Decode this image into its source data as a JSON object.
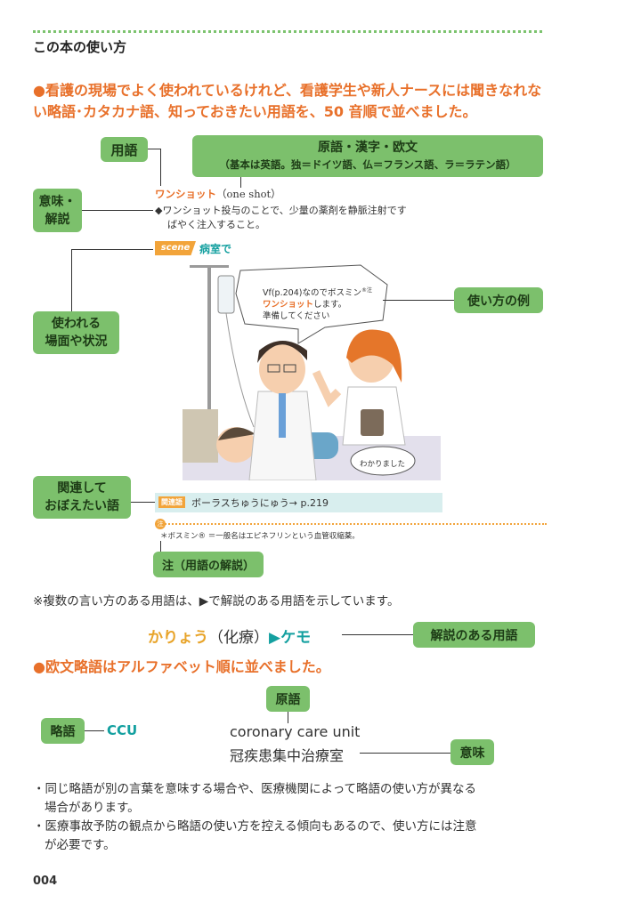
{
  "header": {
    "title": "この本の使い方"
  },
  "lead": {
    "bullet": "●",
    "text": "看護の現場でよく使われているけれど、看護学生や新人ナースには聞きなれない略語･カタカナ語、知っておきたい用語を、50 音順で並べました。"
  },
  "labels": {
    "term": "用語",
    "origin_title": "原語・漢字・欧文",
    "origin_sub": "（基本は英語。独＝ドイツ語、仏＝フランス語、ラ＝ラテン語）",
    "meaning_line1": "意味・",
    "meaning_line2": "解説",
    "scene_line1": "使われる",
    "scene_line2": "場面や状況",
    "example": "使い方の例",
    "related_line1": "関連して",
    "related_line2": "おぼえたい語",
    "note": "注（用語の解説）",
    "explained_term": "解説のある用語",
    "origin_word": "原語",
    "abbr": "略語",
    "meaning": "意味"
  },
  "sample": {
    "term": "ワンショット",
    "origin": "（one shot）",
    "definition_line1": "◆ワンショット投与のことで、少量の薬剤を静脈注射です",
    "definition_line2": "ばやく注入すること。",
    "scene_tag": "scene",
    "scene_place": "病室で",
    "bubble_line1": "Vf(p.204)なのでボスミン",
    "bubble_sup": "®注",
    "bubble_line2a": "ワンショット",
    "bubble_line2b": "します。",
    "bubble_line3": "準備してください",
    "reply": "わかりました",
    "related_tag": "関連語",
    "related_text": "ボーラスちゅうにゅう→ p.219",
    "note_tag": "注",
    "note_text": "＊ボスミン® ＝一般名はエピネフリンという血管収縮薬。"
  },
  "multi": {
    "notice": "※複数の言い方のある用語は、▶で解説のある用語を示しています。",
    "kana": "かりょう",
    "kanji": "（化療）",
    "arrow": "▶",
    "target": "ケモ"
  },
  "section2": {
    "bullet": "●",
    "text": "欧文略語はアルファベット順に並べました。"
  },
  "abbr_example": {
    "abbr": "CCU",
    "english": "coronary care unit",
    "japanese": "冠疾患集中治療室"
  },
  "notes": [
    {
      "bullet": "・",
      "line1": "同じ略語が別の言葉を意味する場合や、医療機関によって略語の使い方が異なる",
      "line2": "場合があります。"
    },
    {
      "bullet": "・",
      "line1": "医療事故予防の観点から略語の使い方を控える傾向もあるので、使い方には注意",
      "line2": "が必要です。"
    }
  ],
  "page_number": "004",
  "colors": {
    "accent_green": "#7cc06c",
    "accent_orange": "#e8702a",
    "teal": "#14a0a0"
  }
}
